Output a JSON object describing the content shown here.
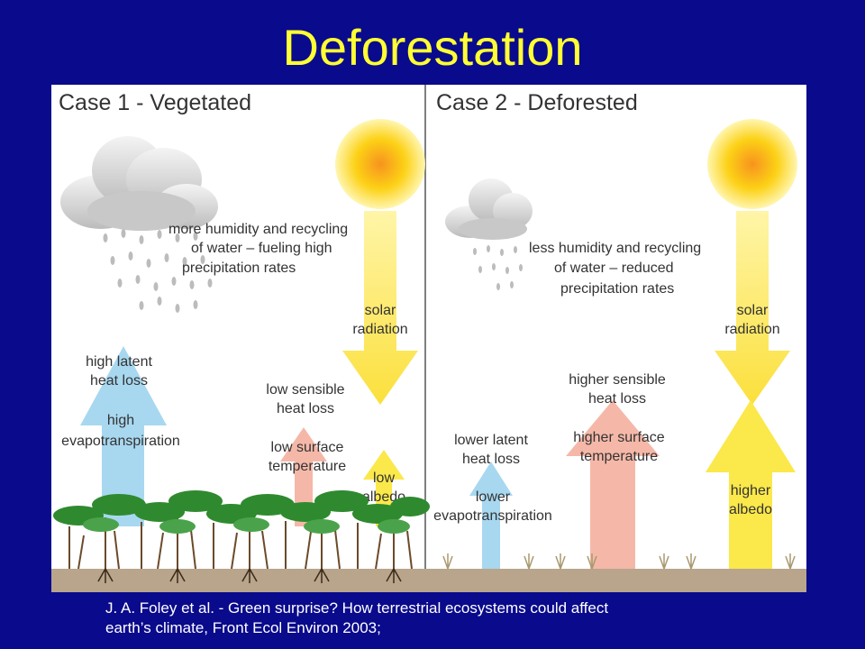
{
  "slide": {
    "title": "Deforestation",
    "citation_line1": "J. A. Foley et al. - Green surprise? How terrestrial ecosystems could affect",
    "citation_line2": "earth’s climate, Front Ecol Environ 2003;"
  },
  "case1": {
    "heading": "Case 1 - Vegetated",
    "humidity": [
      "more humidity and recycling",
      "of water – fueling high",
      "precipitation rates"
    ],
    "solar": [
      "solar",
      "radiation"
    ],
    "latent": [
      "high latent",
      "heat loss"
    ],
    "evapo": [
      "high",
      "evapotranspiration"
    ],
    "sensible": [
      "low sensible",
      "heat loss"
    ],
    "surface": [
      "low surface",
      "temperature"
    ],
    "albedo": [
      "low",
      "albedo"
    ]
  },
  "case2": {
    "heading": "Case 2 - Deforested",
    "humidity": [
      "less humidity and recycling",
      "of water – reduced",
      "precipitation rates"
    ],
    "solar": [
      "solar",
      "radiation"
    ],
    "sensible": [
      "higher sensible",
      "heat loss"
    ],
    "surface": [
      "higher surface",
      "temperature"
    ],
    "latent": [
      "lower latent",
      "heat loss"
    ],
    "evapo": [
      "lower",
      "evapotranspiration"
    ],
    "albedo": [
      "higher",
      "albedo"
    ]
  },
  "colors": {
    "background": "#0a0a8c",
    "title": "#ffff33",
    "latent_arrow": "#a8d8f0",
    "sensible_arrow": "#f5b8a8",
    "solar_arrow": "#fbe84a",
    "ground": "#b8a58c"
  }
}
